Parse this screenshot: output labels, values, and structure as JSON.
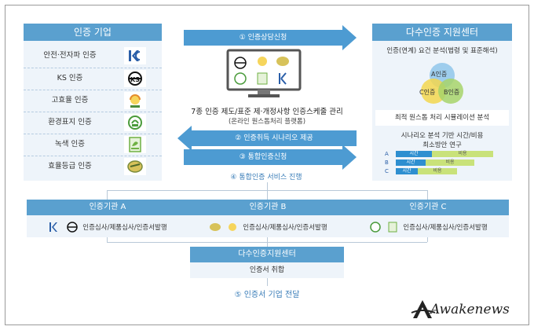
{
  "left": {
    "title": "인증 기업",
    "items": [
      {
        "label": "안전·전자파 인증",
        "logo": "kc-mark"
      },
      {
        "label": "KS 인증",
        "logo": "ks-mark"
      },
      {
        "label": "고효율 인증",
        "logo": "high-efficiency-mark"
      },
      {
        "label": "환경표지 인증",
        "logo": "eco-label-mark"
      },
      {
        "label": "녹색 인증",
        "logo": "green-cert-mark"
      },
      {
        "label": "효율등급 인증",
        "logo": "efficiency-grade-mark"
      }
    ]
  },
  "center": {
    "step1": "① 인증상담신청",
    "step2": "② 인증취득 시나리오 제공",
    "step3": "③ 통합인증신청",
    "step4": "④ 통합인증 서비스 진행",
    "title": "7종 인증 제도/표준 제·개정사항 인증스케줄 관리",
    "subtitle": "(온라인 원스톱처리 플랫폼)"
  },
  "right": {
    "title": "다수인증 지원센터",
    "analysis": "인증(연계) 요건 분석(법령 및 표준해석)",
    "venn": {
      "a": "A인증",
      "b": "B인증",
      "c": "C인증"
    },
    "simulation": "최적 원스톱 처리 시뮬레이션 분석",
    "research_line1": "시나리오 분석 기반 시간/비용",
    "research_line2": "최소방안 연구",
    "bars": [
      {
        "label": "A",
        "seg1": "시간",
        "seg2": "비용"
      },
      {
        "label": "B",
        "seg1": "시간",
        "seg2": "비용"
      },
      {
        "label": "C",
        "seg1": "시간",
        "seg2": "비용"
      }
    ]
  },
  "institutions": [
    {
      "title": "인증기관 A",
      "text": "인증심사/제품심사/인증서발행"
    },
    {
      "title": "인증기관 B",
      "text": "인증심사/제품심사/인증서발행"
    },
    {
      "title": "인증기관 C",
      "text": "인증심사/제품심사/인증서발행"
    }
  ],
  "bottom": {
    "title": "다수인증지원센터",
    "text": "인증서 취합",
    "final": "⑤ 인증서 기업 전달"
  },
  "watermark": "Awakenews",
  "colors": {
    "header_blue": "#5aa0cf",
    "arrow_blue": "#4d9bd2",
    "panel_bg": "#eef4fa",
    "step_text": "#3a7db8"
  }
}
